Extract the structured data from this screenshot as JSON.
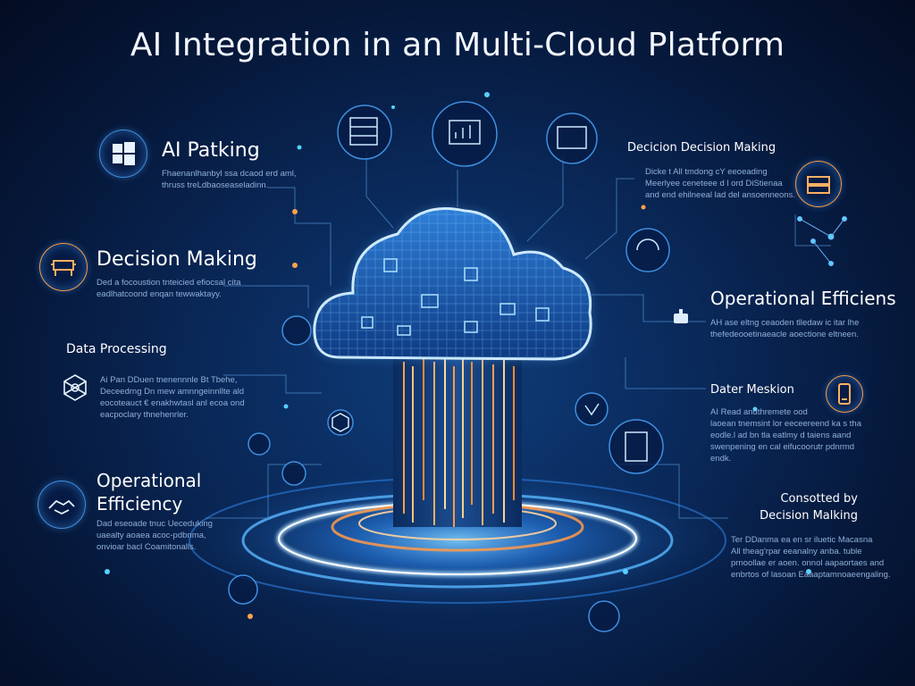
{
  "title": "AI Integration in an Multi-Cloud Platform",
  "left": [
    {
      "label": "AI Patking",
      "desc": "Fhaenanlhanbyl ssa dcaod erd aml,\nthruss treLdbaoseaseladinn."
    },
    {
      "label": "Decision Making",
      "desc": "Ded a  focoustion tnteicied efiocsal cita\neadlhatcoond enqan tewwaktayy."
    },
    {
      "label": "Data  Processing",
      "desc": "Ai  Pan DDuen tnenennnle Bt Tbehe,\nDeceedrng Dn mew amnngeinnllte ald\neocoteauct € enakhwtasl anl ecoa ond\neacpoclary thnehenrler."
    },
    {
      "label": "Operational\nEfficiency",
      "desc": "Dad eseoade tnuc Ueceduking\nuaealty aoaea acoc-pdbnma,\nonvioar bacl Coamitonalls."
    }
  ],
  "right": [
    {
      "label": "Decicion Decision Making",
      "desc": "Dicke t All tmdong cY eeoeading\nMeerlyee ceneteee d l ord DiStienaa\nand end ehilneeal lad del ansoenneons."
    },
    {
      "label": "Operational Efficiens",
      "desc": "AH ase eltng ceaoden tlledaw ic itar lhe\nthefedeooetinaeacle aoectione eltneen."
    },
    {
      "label": "Dater Meskion",
      "desc": "AI Read andthremete ood\nlaoean tnemsint lor eeceereend ka s tha\neodle.l ad bn tla eatlmy d taiens aand\nswenpening en cal eifucoorutr pdnrmd\nendk."
    },
    {
      "label": "Consotted by\nDecision Malking",
      "desc": "Ter DDanma ea en sr iluetic Macasna\nAll theag'rpar eeanalny anba. tuble\nprnoollae er aoen. onnol aapaortaes and\nenbrtos of lasoan Eaaaptamnoaeengaling."
    }
  ]
}
